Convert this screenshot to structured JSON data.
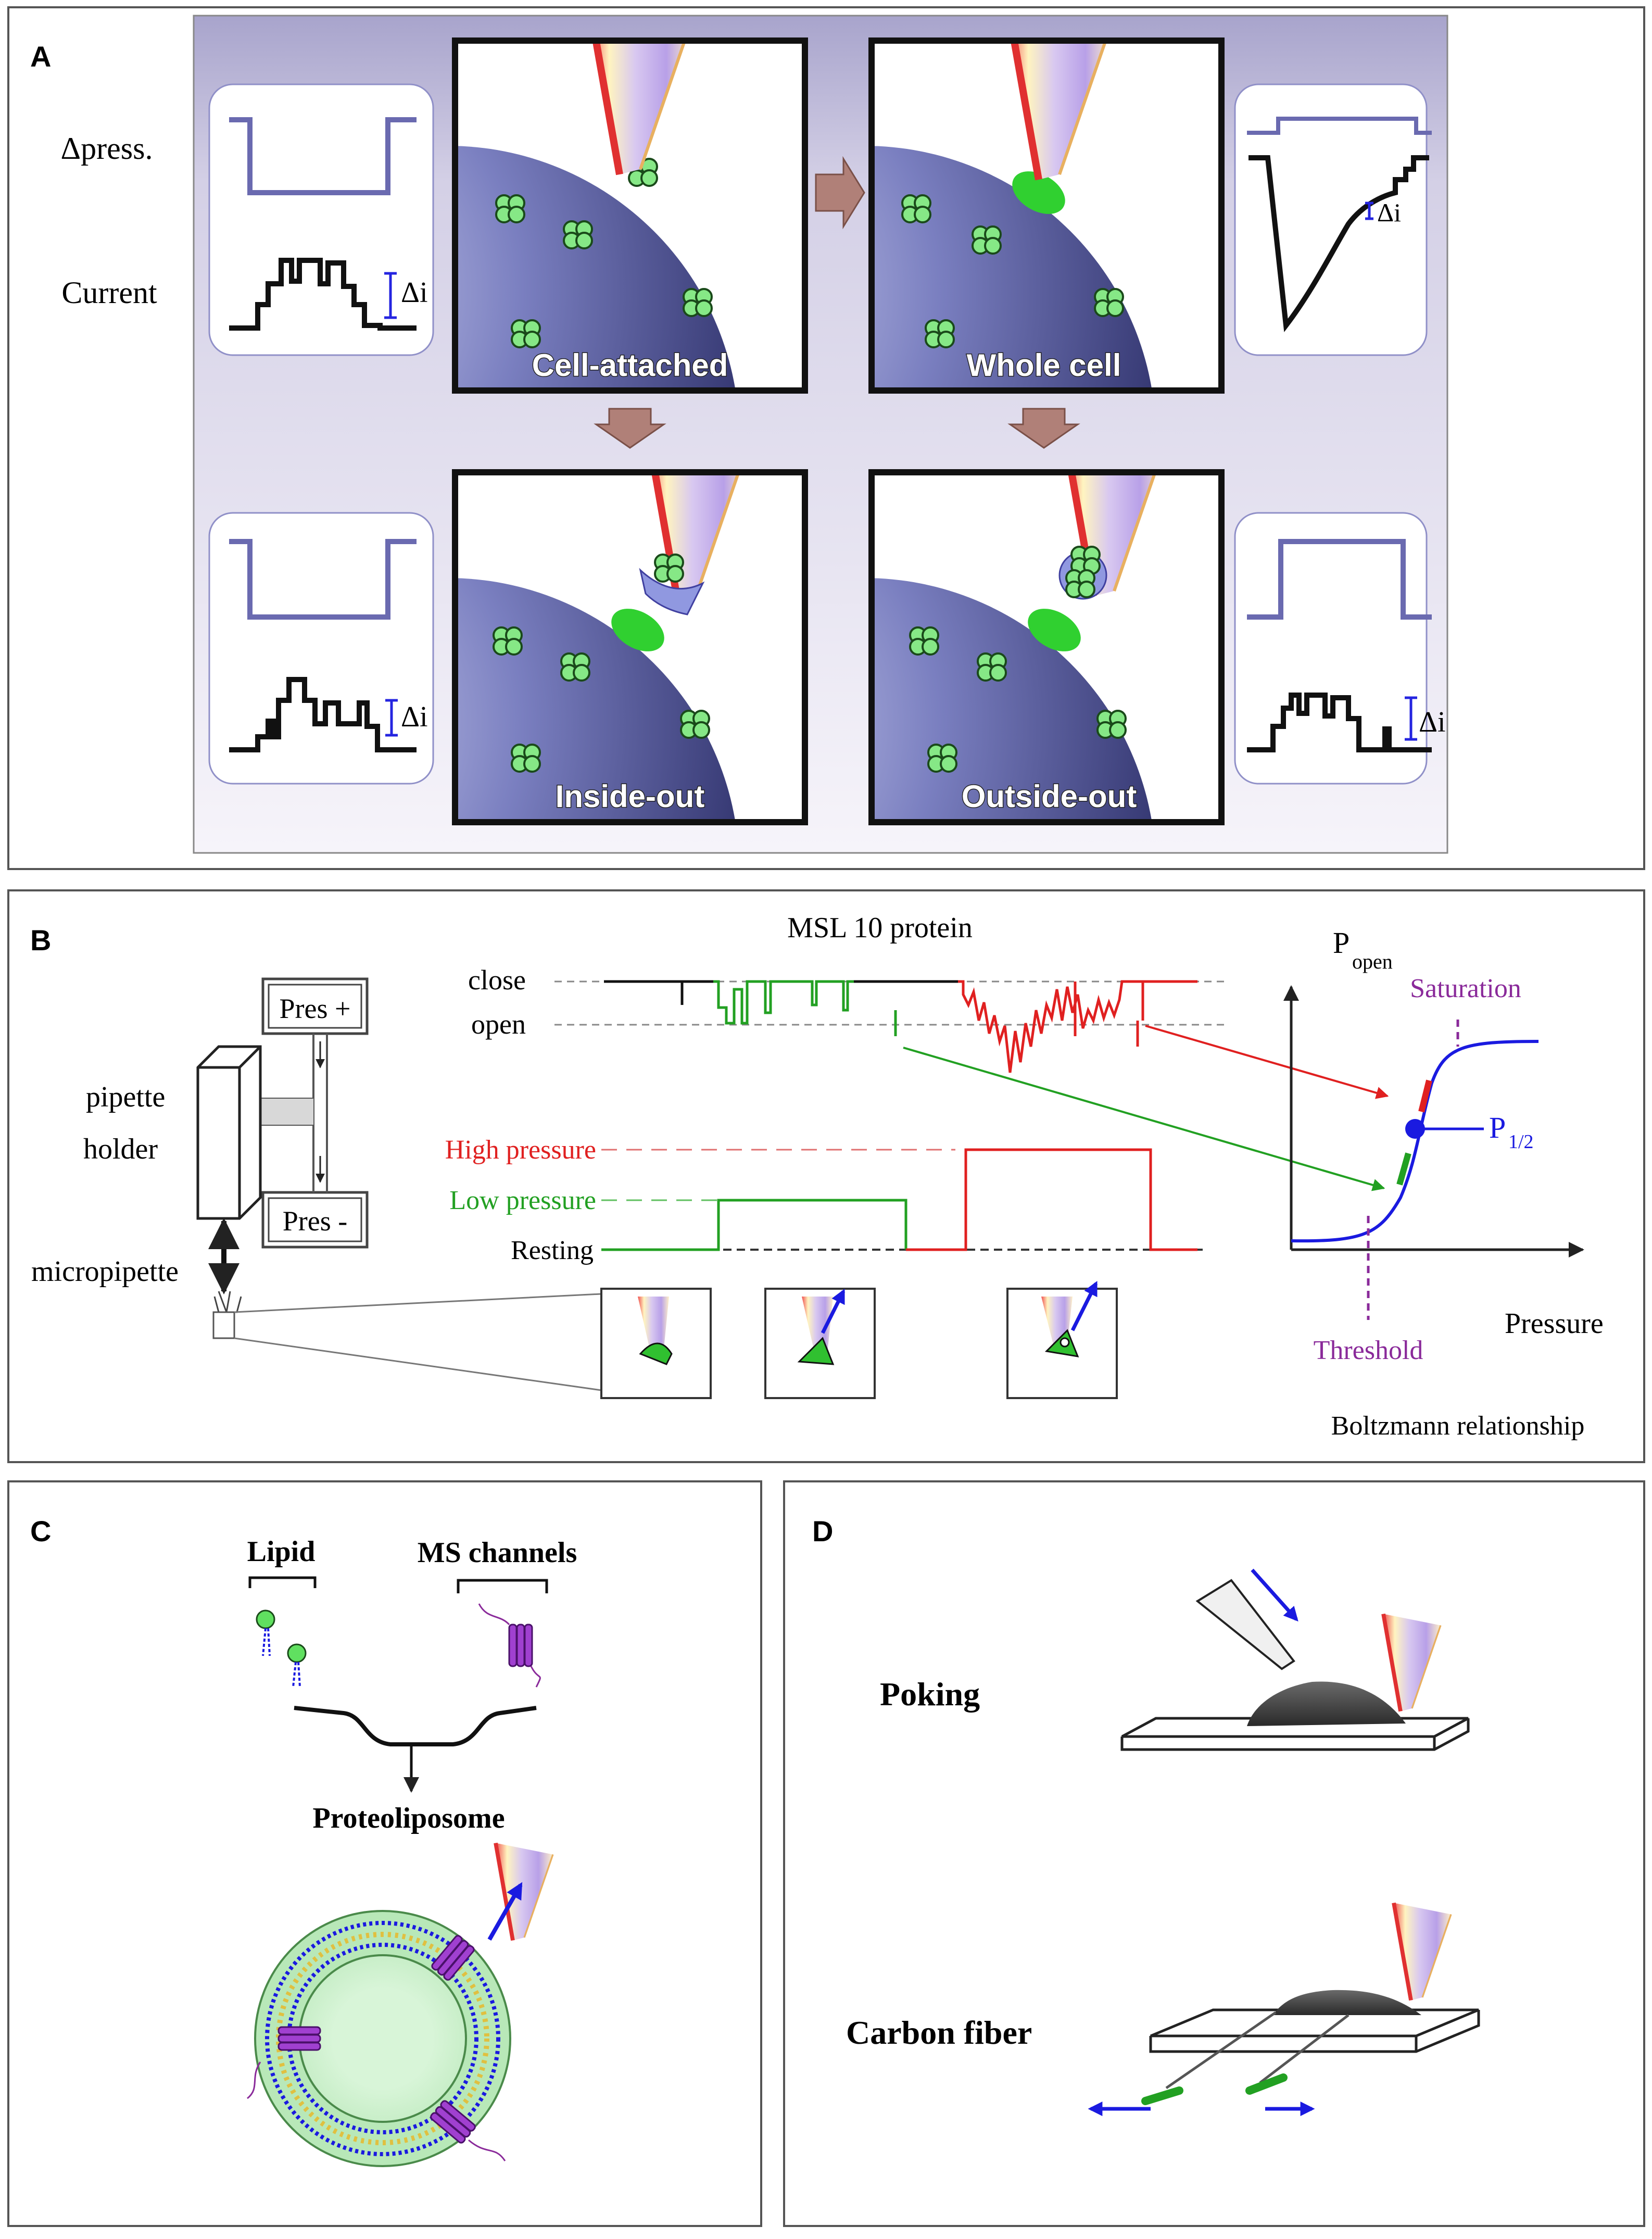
{
  "panels": {
    "a": {
      "letter": "A",
      "row_labels": {
        "pressure": "Δpress.",
        "current": "Current"
      },
      "configs": {
        "cell_attached": "Cell-attached",
        "whole_cell": "Whole cell",
        "inside_out": "Inside-out",
        "outside_out": "Outside-out"
      },
      "delta_i": "Δi"
    },
    "b": {
      "letter": "B",
      "title": "MSL 10 protein",
      "trace_levels": {
        "close": "close",
        "open": "open"
      },
      "pressure_levels": {
        "high": "High pressure",
        "low": "Low pressure",
        "resting": "Resting"
      },
      "apparatus": {
        "pres_plus": "Pres +",
        "pres_minus": "Pres -",
        "holder": [
          "pipette",
          "holder"
        ],
        "micropipette": "micropipette"
      },
      "plot": {
        "y_label": "P",
        "y_sub": "open",
        "x_label": "Pressure",
        "saturation": "Saturation",
        "threshold": "Threshold",
        "half": "P",
        "half_sub": "1/2",
        "caption": "Boltzmann relationship"
      }
    },
    "c": {
      "letter": "C",
      "lipid": "Lipid",
      "channels": "MS channels",
      "product": "Proteoliposome"
    },
    "d": {
      "letter": "D",
      "poking": "Poking",
      "carbon": "Carbon fiber"
    }
  },
  "colors": {
    "cell": "#4a4e8c",
    "channel": "#7de07d",
    "pressure_trace": "#6a6ab0",
    "high": "#e02020",
    "low": "#22a022",
    "arrow_blue": "#1a1ae0",
    "purple": "#8a2a9a",
    "threshold": "#8a2a9a"
  }
}
